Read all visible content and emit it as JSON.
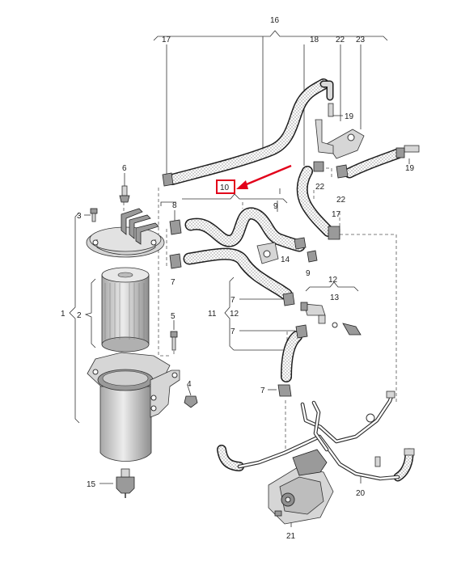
{
  "diagram": {
    "highlight_color": "#e2001a",
    "hose_texture_color": "#8a8a8a",
    "part_fill": "#d6d6d6",
    "callouts": {
      "n16": "16",
      "n17": "17",
      "n18": "18",
      "n22a": "22",
      "n23": "23",
      "n19a": "19",
      "n19b": "19",
      "n6": "6",
      "n3": "3",
      "n8": "8",
      "n10": "10",
      "n9a": "9",
      "n22b": "22",
      "n22c": "22",
      "n17b": "17",
      "n14": "14",
      "n7a": "7",
      "n9b": "9",
      "n12a": "12",
      "n13": "13",
      "n1": "1",
      "n2": "2",
      "n11": "11",
      "n12b": "12",
      "n7b": "7",
      "n7c": "7",
      "n5": "5",
      "n4": "4",
      "n7d": "7",
      "n15": "15",
      "n20": "20",
      "n21": "21"
    }
  }
}
